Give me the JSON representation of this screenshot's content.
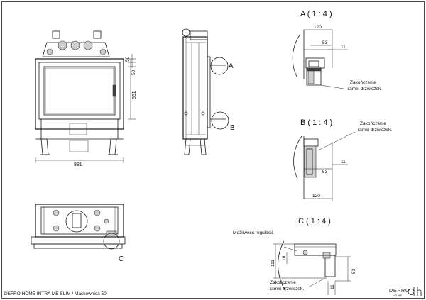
{
  "views": {
    "front": {
      "dim_width": "881",
      "dim_height": "551",
      "dim_top_1": "50",
      "dim_top_2": "50"
    },
    "side": {
      "marker_a": "A",
      "marker_b": "B"
    },
    "top": {
      "marker_c": "C"
    }
  },
  "details": {
    "a": {
      "title": "A ( 1 : 4 )",
      "dim_120": "120",
      "dim_53": "53",
      "dim_11": "11",
      "note_1": "Zakończenie",
      "note_2": "ramki drzwiczek."
    },
    "b": {
      "title": "B ( 1 : 4 )",
      "dim_120": "120",
      "dim_53": "53",
      "dim_11": "11",
      "note_1": "Zakończenie",
      "note_2": "ramki drzwiczek."
    },
    "c": {
      "title": "C ( 1 : 4 )",
      "note_reg": "Możliwość regulacji.",
      "dim_111": "111",
      "dim_10": "10",
      "dim_53": "53",
      "dim_11": "11",
      "note_1": "Zakończenie",
      "note_2": "ramki drzwiczek."
    }
  },
  "footer": {
    "caption": "DEFRO HOME INTRA ME SLIM / Maskownica 50",
    "logo_text": "DEFRO",
    "logo_sub": "HOME"
  }
}
